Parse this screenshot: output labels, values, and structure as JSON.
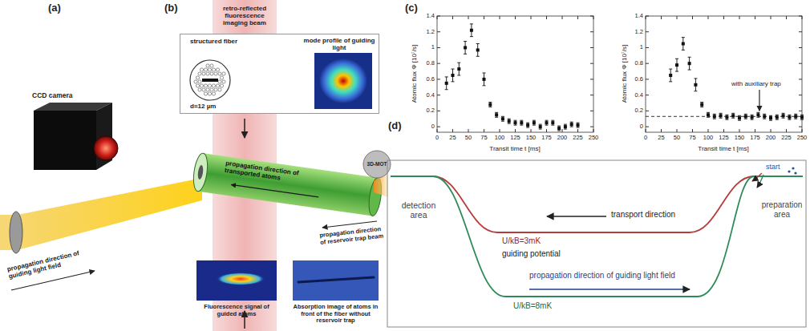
{
  "diagram": {
    "nodes": [
      {
        "text": [
          "structured fiber",
          "mode profile of guiding light",
          "d=12 µm"
        ]
      }
    ],
    "labels": [
      "(a)",
      "(b)",
      "(c)",
      "(d)",
      "retro-reflected fluorescence imaging beam",
      "CCD camera",
      "propagation direction of guiding light field",
      "propagation direction of transported atoms",
      "3D-MOT",
      "propagation direction of reservoir trap beam",
      "Fluorescence signal of guided atoms",
      "Absorption image of atoms in front of the fiber without reservoir trap",
      "Atomic flux Φ [10⁷/s]",
      "Transit time t [ms]",
      "Atomic flux Φ [10⁷/s]",
      "Transit time t [ms]",
      "with auxiliary trap",
      "detection area",
      "preparation area",
      "transport direction",
      "U/kB=3mK",
      "guiding potential",
      "propagation direction of guiding light field",
      "U/kB=8mK",
      "start",
      "0",
      "0.2",
      "0.4",
      "0.6",
      "0.8",
      "1",
      "1.2",
      "1.4",
      "0",
      "25",
      "50",
      "75",
      "100",
      "125",
      "150",
      "175",
      "200",
      "225",
      "250",
      "0",
      "0.2",
      "0.4",
      "0.6",
      "0.8",
      "1",
      "1.2",
      "1.4",
      "0",
      "25",
      "50",
      "75",
      "100",
      "125",
      "150",
      "175",
      "200",
      "225",
      "250"
    ]
  }
}
